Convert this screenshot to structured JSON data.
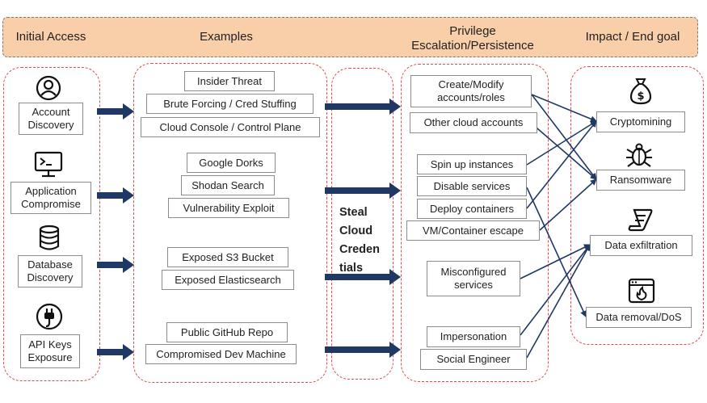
{
  "header": {
    "initial_access": "Initial Access",
    "examples": "Examples",
    "privilege_line1": "Privilege",
    "privilege_line2": "Escalation/Persistence",
    "impact": "Impact / End goal"
  },
  "initial_access": [
    {
      "icon": "user-circle-icon",
      "label": "Account Discovery"
    },
    {
      "icon": "terminal-monitor-icon",
      "label": "Application Compromise"
    },
    {
      "icon": "database-icon",
      "label": "Database Discovery"
    },
    {
      "icon": "plug-icon",
      "label": "API Keys Exposure"
    }
  ],
  "examples": [
    "Insider Threat",
    "Brute Forcing / Cred Stuffing",
    "Cloud Console / Control Plane",
    "Google Dorks",
    "Shodan Search",
    "Vulnerability Exploit",
    "Exposed S3 Bucket",
    "Exposed Elasticsearch",
    "Public GitHub Repo",
    "Compromised Dev Machine"
  ],
  "steal": [
    "Steal",
    "Cloud",
    "Creden",
    "tials"
  ],
  "privilege": [
    "Create/Modify accounts/roles",
    "Other cloud accounts",
    "Spin up instances",
    "Disable services",
    "Deploy containers",
    "VM/Container escape",
    "Misconfigured services",
    "Impersonation",
    "Social Engineer"
  ],
  "impact": [
    {
      "icon": "money-bag-icon",
      "label": "Cryptomining"
    },
    {
      "icon": "bug-icon",
      "label": "Ransomware"
    },
    {
      "icon": "scroll-icon",
      "label": "Data exfiltration"
    },
    {
      "icon": "burning-window-icon",
      "label": "Data removal/DoS"
    }
  ],
  "colors": {
    "header_fill": "#f9cfaa",
    "panel_border": "#e24a4a",
    "arrow": "#1f3864"
  }
}
